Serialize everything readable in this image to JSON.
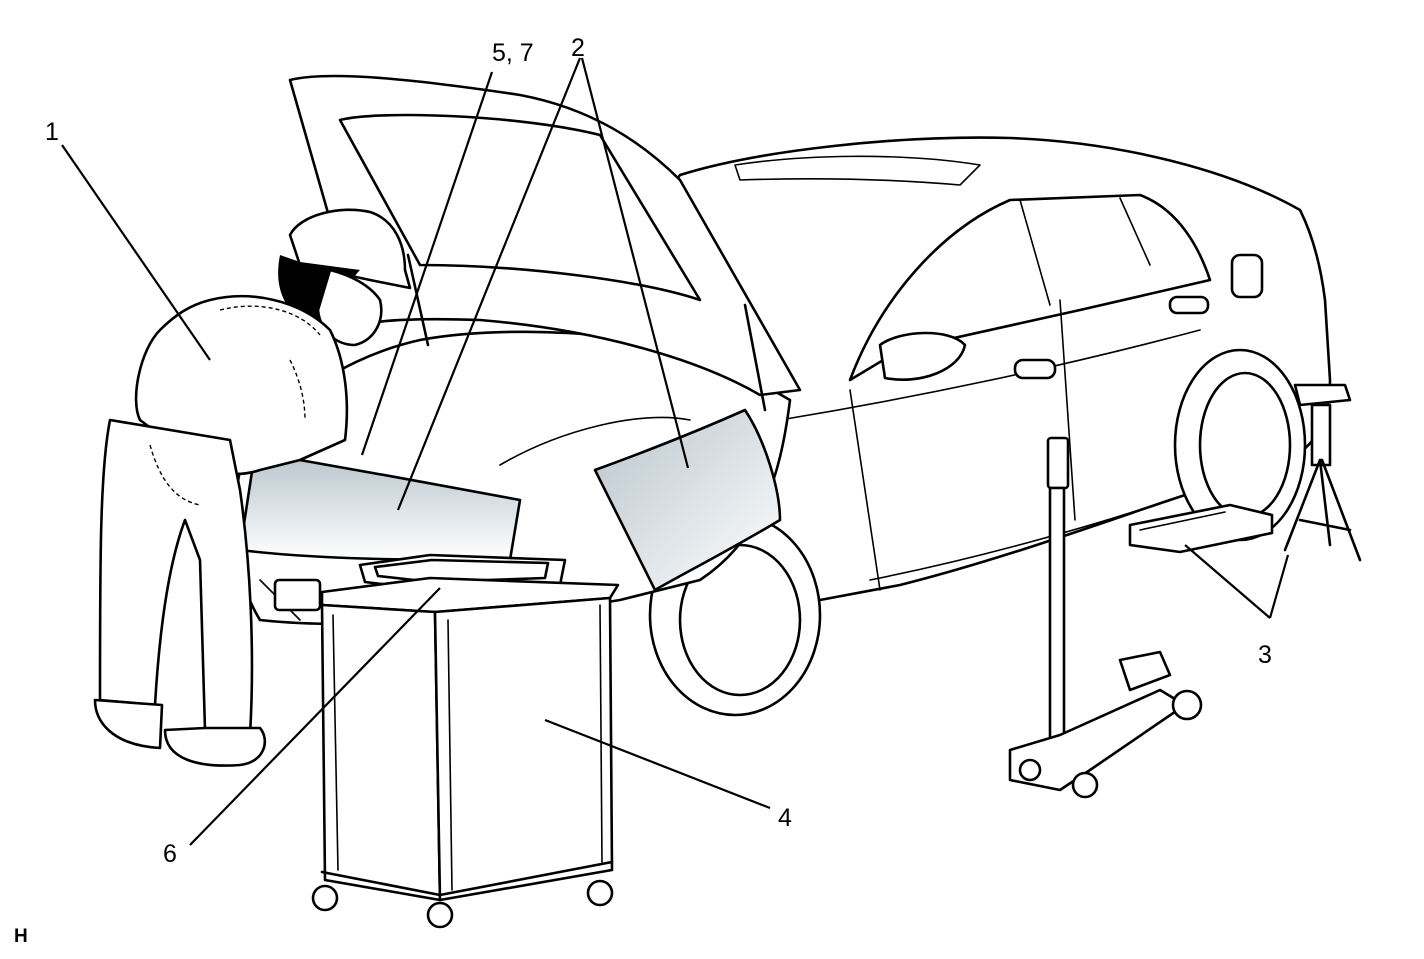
{
  "callouts": [
    {
      "id": "1",
      "label": "1"
    },
    {
      "id": "5-7",
      "label": "5, 7"
    },
    {
      "id": "2",
      "label": "2"
    },
    {
      "id": "3",
      "label": "3"
    },
    {
      "id": "4",
      "label": "4"
    },
    {
      "id": "6",
      "label": "6"
    }
  ],
  "corner_mark": "H",
  "colors": {
    "line": "#000000",
    "cover_gradient_top": "#b7c4cc",
    "cover_gradient_bottom": "#ffffff",
    "background": "#ffffff"
  }
}
